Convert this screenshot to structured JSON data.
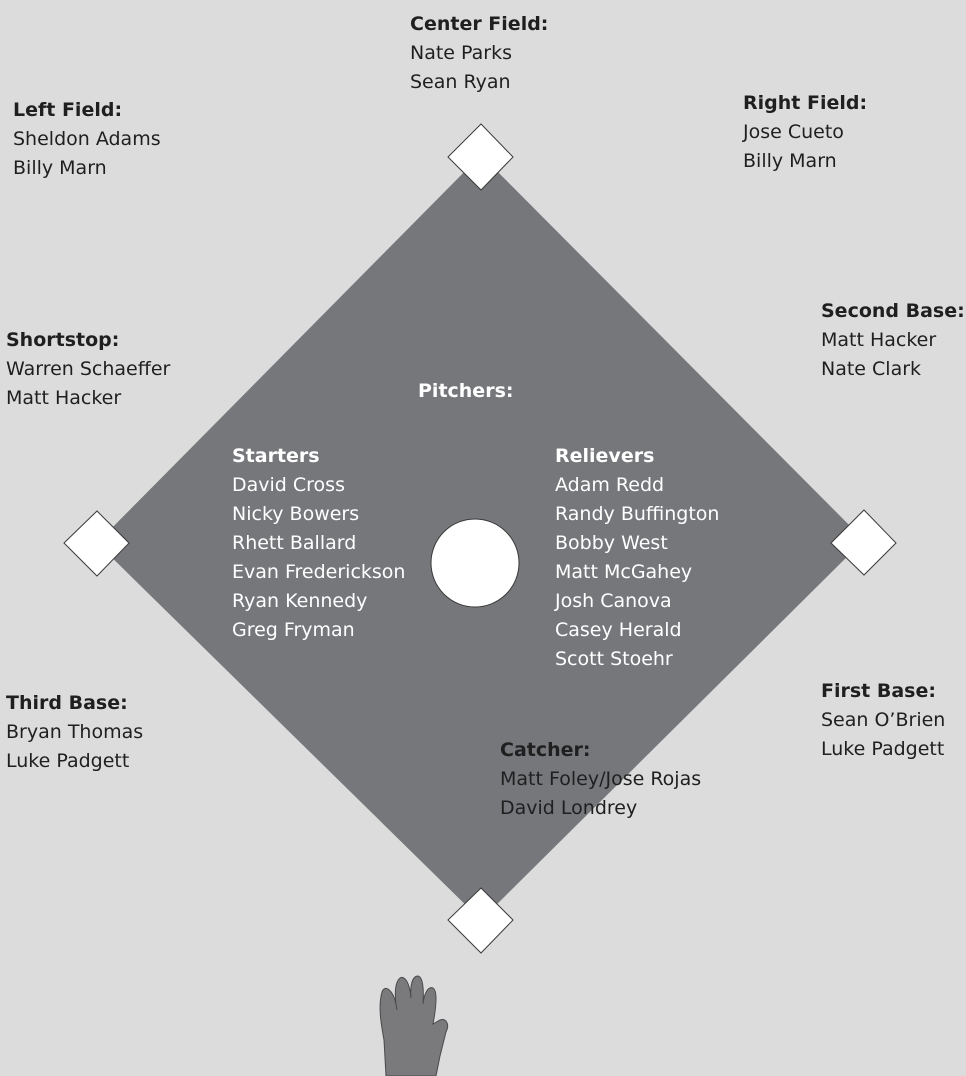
{
  "center_field": {
    "title": "Center Field:",
    "players": [
      "Nate Parks",
      "Sean Ryan"
    ]
  },
  "left_field": {
    "title": "Left Field:",
    "players": [
      "Sheldon Adams",
      "Billy Marn"
    ]
  },
  "right_field": {
    "title": "Right Field:",
    "players": [
      "Jose Cueto",
      "Billy Marn"
    ]
  },
  "shortstop": {
    "title": "Shortstop:",
    "players": [
      "Warren Schaeffer",
      "Matt Hacker"
    ]
  },
  "second_base": {
    "title": "Second Base:",
    "players": [
      "Matt Hacker",
      "Nate Clark"
    ]
  },
  "third_base": {
    "title": "Third Base:",
    "players": [
      "Bryan Thomas",
      "Luke Padgett"
    ]
  },
  "first_base": {
    "title": "First Base:",
    "players": [
      "Sean O’Brien",
      "Luke Padgett"
    ]
  },
  "catcher": {
    "title": "Catcher:",
    "players": [
      "Matt Foley/Jose Rojas",
      "David Londrey"
    ]
  },
  "pitchers": {
    "title": "Pitchers:",
    "starters": {
      "title": "Starters",
      "players": [
        "David Cross",
        "Nicky Bowers",
        "Rhett Ballard",
        "Evan Frederickson",
        "Ryan Kennedy",
        "Greg Fryman"
      ]
    },
    "relievers": {
      "title": "Relievers",
      "players": [
        "Adam Redd",
        "Randy Buffington",
        "Bobby West",
        "Matt McGahey",
        "Josh Canova",
        "Casey Herald",
        "Scott Stoehr"
      ]
    }
  },
  "colors": {
    "background": "#dcdcdd",
    "infield": "#76777b",
    "base": "#ffffff",
    "text": "#1f1f1f"
  },
  "icons": [
    "base-icon",
    "pitchers-mound-icon",
    "catcher-mitt-icon"
  ]
}
